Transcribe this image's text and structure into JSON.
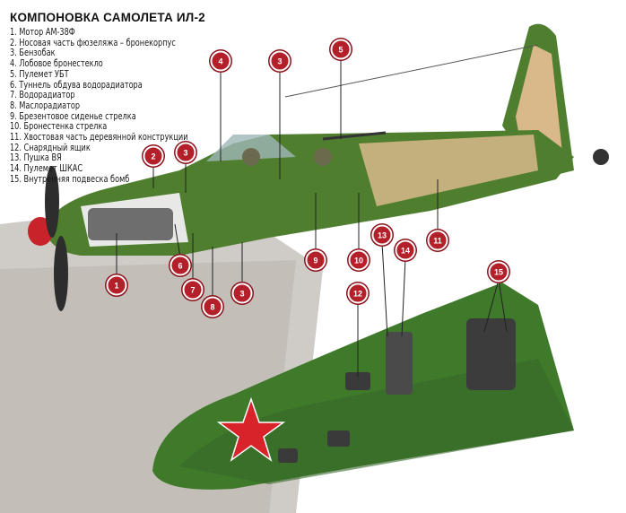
{
  "title": "КОМПОНОВКА САМОЛЕТА ИЛ-2",
  "legend": [
    "1. Мотор АМ-38Ф",
    "2. Носовая часть фюзеляжа – бронекорпус",
    "3. Бензобак",
    "4. Лобовое бронестекло",
    "5. Пулемет УБТ",
    "6. Туннель обдува водорадиатора",
    "7. Водорадиатор",
    "8. Маслорадиатор",
    "9. Брезентовое сиденье стрелка",
    "10. Бронестенка стрелка",
    "11. Хвостовая часть деревянной конструкции",
    "12. Снарядный ящик",
    "13. Пушка ВЯ",
    "14. Пулемет ШКАС",
    "15. Внутренняя подвеска бомб"
  ],
  "callouts": [
    "4",
    "3",
    "5",
    "2",
    "3",
    "1",
    "6",
    "7",
    "8",
    "3",
    "9",
    "10",
    "11",
    "12",
    "13",
    "14",
    "15"
  ],
  "colors": {
    "marker": "#b3202a",
    "fuselage": "#4f7f2e",
    "wing": "#3f7a2a",
    "star": "#d8232a"
  }
}
